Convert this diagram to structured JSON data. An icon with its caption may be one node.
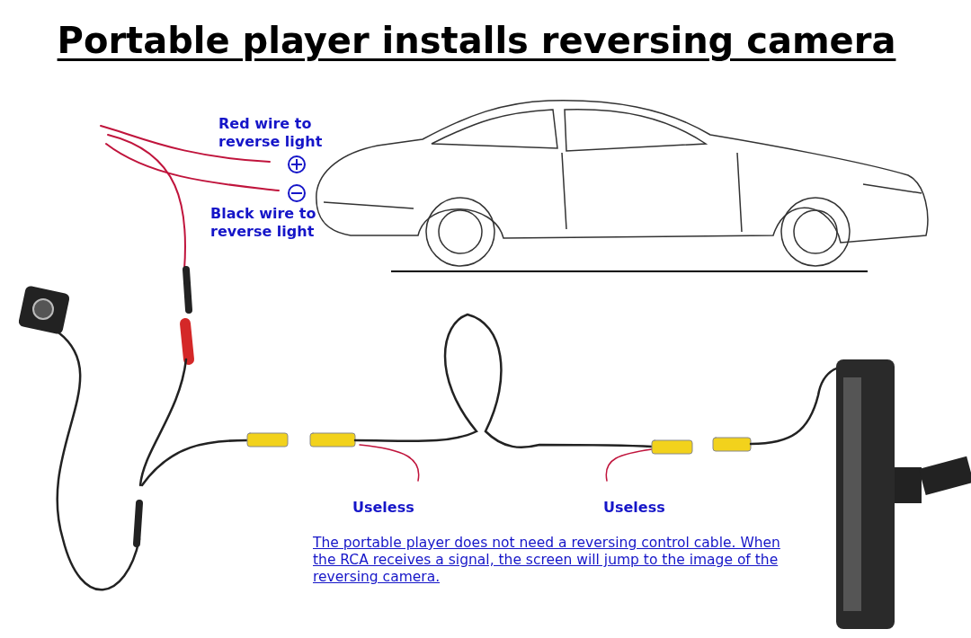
{
  "diagram": {
    "title": "Portable player installs reversing camera",
    "labels": [
      "Red wire to reverse light",
      "Black wire to reverse light",
      "Useless",
      "Useless",
      "The portable player does not need a reversing control cable. When the RCA receives a signal, the screen will jump to the image of the reversing camera."
    ]
  }
}
